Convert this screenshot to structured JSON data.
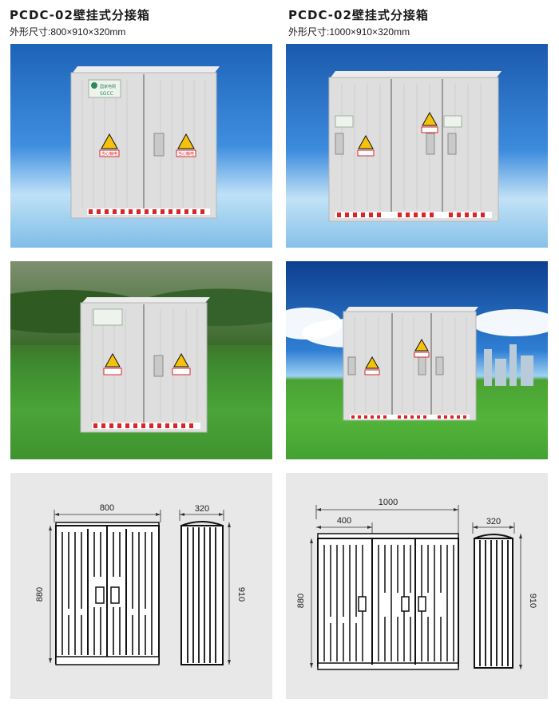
{
  "left_header": {
    "title": "PCDC-02壁挂式分接箱",
    "size_text": "外形尺寸:800×910×320mm"
  },
  "right_header": {
    "title": "PCDC-02壁挂式分接箱",
    "size_text": "外形尺寸:1000×910×320mm"
  },
  "cabinet": {
    "warning_label": "当心触电",
    "brand_label": "国家电网",
    "brand_model": "SGCC"
  },
  "drawing_left": {
    "width_label": "800",
    "depth_label": "320",
    "body_height_label": "880",
    "total_height_label": "910"
  },
  "drawing_right": {
    "width_label": "1000",
    "door_width_label": "400",
    "depth_label": "320",
    "body_height_label": "880",
    "total_height_label": "910"
  },
  "colors": {
    "sky_blue": "#3f8ee0",
    "grass_green": "#4aa437",
    "cabinet_grey": "#dcdcdc",
    "warning_yellow": "#f4c20d",
    "hazard_red": "#d9262b"
  }
}
